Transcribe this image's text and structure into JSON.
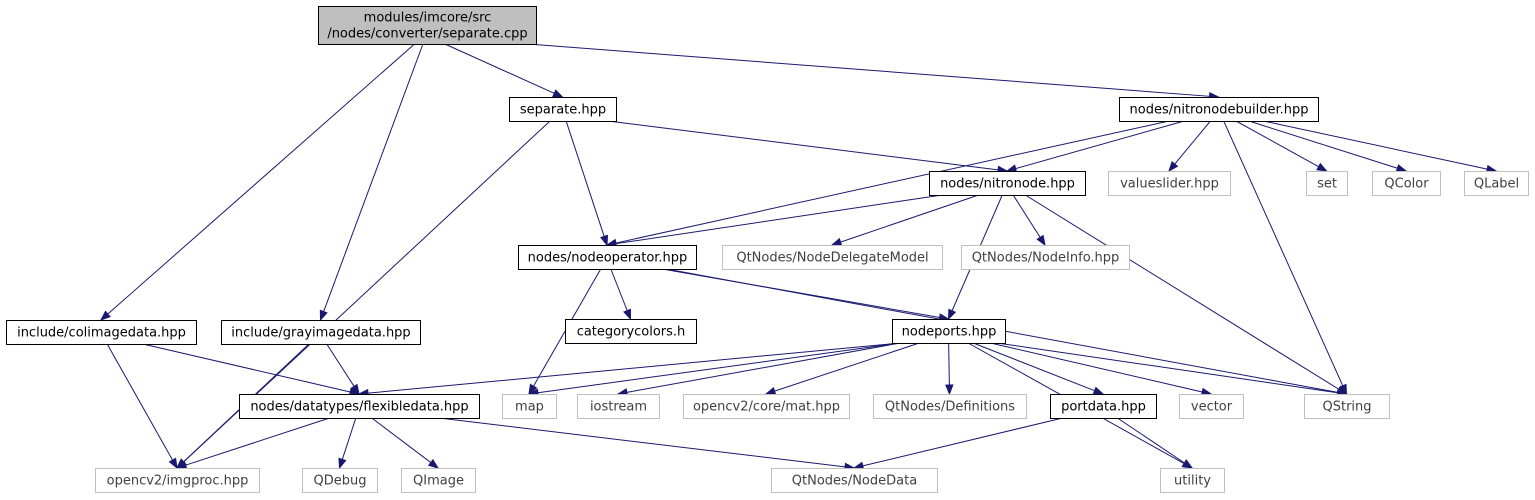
{
  "colors": {
    "edge": "#191970",
    "root_fill": "#bfbfbf",
    "ext_border": "#bfbfbf"
  },
  "nodes": {
    "separate_cpp": {
      "lines": [
        "modules/imcore/src",
        "/nodes/converter/separate.cpp"
      ]
    },
    "separate_hpp": {
      "lines": [
        "separate.hpp"
      ]
    },
    "nitronodebuilder": {
      "lines": [
        "nodes/nitronodebuilder.hpp"
      ]
    },
    "colimagedata": {
      "lines": [
        "include/colimagedata.hpp"
      ]
    },
    "grayimagedata": {
      "lines": [
        "include/grayimagedata.hpp"
      ]
    },
    "nitronode": {
      "lines": [
        "nodes/nitronode.hpp"
      ]
    },
    "valueslider": {
      "lines": [
        "valueslider.hpp"
      ]
    },
    "set": {
      "lines": [
        "set"
      ]
    },
    "qcolor": {
      "lines": [
        "QColor"
      ]
    },
    "qlabel": {
      "lines": [
        "QLabel"
      ]
    },
    "nodeoperator": {
      "lines": [
        "nodes/nodeoperator.hpp"
      ]
    },
    "nodedelegatemodel": {
      "lines": [
        "QtNodes/NodeDelegateModel"
      ]
    },
    "nodeinfo": {
      "lines": [
        "QtNodes/NodeInfo.hpp"
      ]
    },
    "categorycolors": {
      "lines": [
        "categorycolors.h"
      ]
    },
    "nodeports": {
      "lines": [
        "nodeports.hpp"
      ]
    },
    "flexibledata": {
      "lines": [
        "nodes/datatypes/flexibledata.hpp"
      ]
    },
    "map": {
      "lines": [
        "map"
      ]
    },
    "iostream": {
      "lines": [
        "iostream"
      ]
    },
    "mat": {
      "lines": [
        "opencv2/core/mat.hpp"
      ]
    },
    "definitions": {
      "lines": [
        "QtNodes/Definitions"
      ]
    },
    "portdata": {
      "lines": [
        "portdata.hpp"
      ]
    },
    "vector": {
      "lines": [
        "vector"
      ]
    },
    "qstring": {
      "lines": [
        "QString"
      ]
    },
    "imgproc": {
      "lines": [
        "opencv2/imgproc.hpp"
      ]
    },
    "qdebug": {
      "lines": [
        "QDebug"
      ]
    },
    "qimage": {
      "lines": [
        "QImage"
      ]
    },
    "nodedata": {
      "lines": [
        "QtNodes/NodeData"
      ]
    },
    "utility": {
      "lines": [
        "utility"
      ]
    }
  },
  "edges": [
    [
      "separate_cpp",
      "separate_hpp"
    ],
    [
      "separate_cpp",
      "nitronodebuilder"
    ],
    [
      "separate_cpp",
      "colimagedata"
    ],
    [
      "separate_cpp",
      "grayimagedata"
    ],
    [
      "separate_hpp",
      "nitronode"
    ],
    [
      "separate_hpp",
      "nodeoperator"
    ],
    [
      "separate_hpp",
      "imgproc"
    ],
    [
      "nitronodebuilder",
      "nitronode"
    ],
    [
      "nitronodebuilder",
      "nodeoperator"
    ],
    [
      "nitronodebuilder",
      "valueslider"
    ],
    [
      "nitronodebuilder",
      "set"
    ],
    [
      "nitronodebuilder",
      "qcolor"
    ],
    [
      "nitronodebuilder",
      "qlabel"
    ],
    [
      "nitronodebuilder",
      "qstring"
    ],
    [
      "nitronode",
      "nodeoperator"
    ],
    [
      "nitronode",
      "nodedelegatemodel"
    ],
    [
      "nitronode",
      "nodeinfo"
    ],
    [
      "nitronode",
      "nodeports"
    ],
    [
      "nitronode",
      "qstring"
    ],
    [
      "nodeoperator",
      "categorycolors"
    ],
    [
      "nodeoperator",
      "nodeports"
    ],
    [
      "nodeoperator",
      "map"
    ],
    [
      "nodeoperator",
      "qstring"
    ],
    [
      "nodeports",
      "flexibledata"
    ],
    [
      "nodeports",
      "map"
    ],
    [
      "nodeports",
      "iostream"
    ],
    [
      "nodeports",
      "mat"
    ],
    [
      "nodeports",
      "definitions"
    ],
    [
      "nodeports",
      "portdata"
    ],
    [
      "nodeports",
      "vector"
    ],
    [
      "nodeports",
      "qstring"
    ],
    [
      "nodeports",
      "utility"
    ],
    [
      "colimagedata",
      "flexibledata"
    ],
    [
      "colimagedata",
      "imgproc"
    ],
    [
      "grayimagedata",
      "flexibledata"
    ],
    [
      "grayimagedata",
      "imgproc"
    ],
    [
      "flexibledata",
      "imgproc"
    ],
    [
      "flexibledata",
      "qdebug"
    ],
    [
      "flexibledata",
      "qimage"
    ],
    [
      "flexibledata",
      "nodedata"
    ],
    [
      "portdata",
      "nodedata"
    ],
    [
      "portdata",
      "utility"
    ]
  ]
}
